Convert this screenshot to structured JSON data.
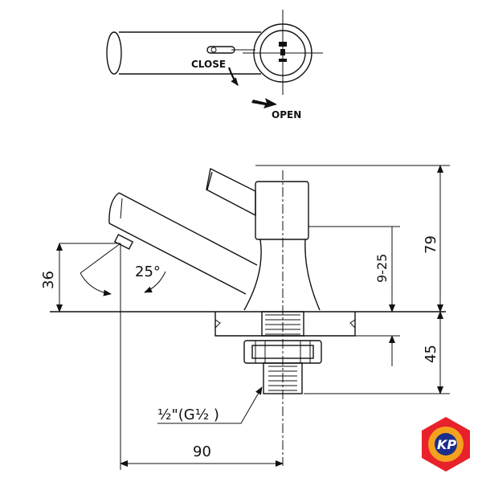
{
  "top_view": {
    "close_label": "CLOSE",
    "open_label": "OPEN"
  },
  "dimensions": {
    "height_total": "79",
    "height_adjust": "9-25",
    "height_spout": "36",
    "angle": "25°",
    "below_deck": "45",
    "reach": "90",
    "thread": "½\"(G½ )"
  },
  "logo": {
    "text": "KP",
    "colors": {
      "outer": "#e8212b",
      "inner": "#f4a21d",
      "core": "#1c2e8c"
    }
  }
}
